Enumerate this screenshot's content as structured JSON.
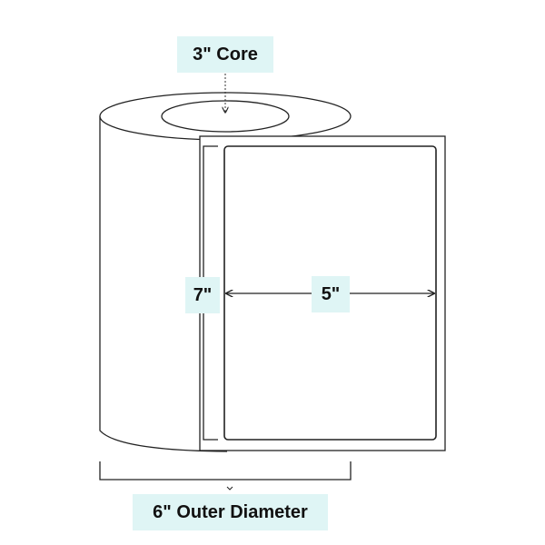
{
  "labels": {
    "core": "3\" Core",
    "height": "7\"",
    "width": "5\"",
    "outer_diameter": "6\" Outer Diameter"
  },
  "colors": {
    "label_background": "#dff5f5",
    "line": "#222222",
    "text": "#111111"
  }
}
